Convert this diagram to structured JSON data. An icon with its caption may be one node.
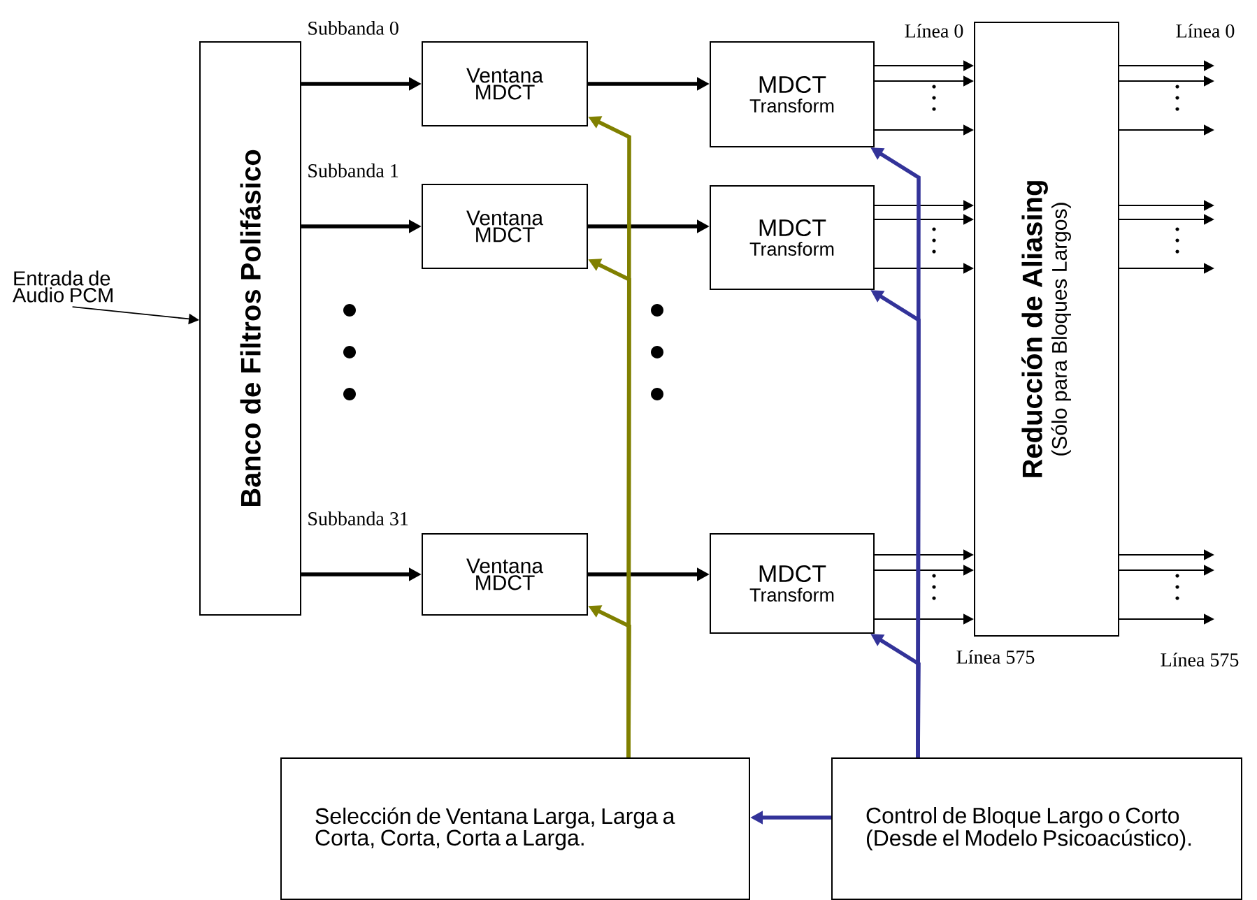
{
  "diagram": {
    "nodes": [
      {
        "text": [
          "Entrada de Audio PCM"
        ]
      },
      {
        "text": [
          "Banco de Filtros Polifásico"
        ]
      },
      {
        "text": [
          "Ventana MDCT"
        ]
      },
      {
        "text": [
          "Ventana MDCT"
        ]
      },
      {
        "text": [
          "Ventana MDCT"
        ]
      },
      {
        "text": [
          "MDCT",
          "Transform"
        ]
      },
      {
        "text": [
          "MDCT",
          "Transform"
        ]
      },
      {
        "text": [
          "MDCT",
          "Transform"
        ]
      },
      {
        "text": [
          "Reducción de Aliasing",
          "(Sólo para  Bloques Largos)"
        ]
      },
      {
        "text": [
          "Selección de Ventana Larga, Larga a Corta, Corta, Corta a Larga."
        ]
      },
      {
        "text": [
          "Control de Bloque Largo o Corto (Desde el Modelo Psicoacústico)."
        ]
      }
    ],
    "edges": [
      {
        "from": 0,
        "to": 1,
        "arrow": "to"
      },
      {
        "from": 1,
        "to": 2,
        "arrow": "to",
        "label": "Subbanda 0",
        "style": "thick"
      },
      {
        "from": 1,
        "to": 3,
        "arrow": "to",
        "label": "Subbanda 1",
        "style": "thick"
      },
      {
        "from": 1,
        "to": 4,
        "arrow": "to",
        "label": "Subbanda 31",
        "style": "thick"
      },
      {
        "from": 2,
        "to": 5,
        "arrow": "to",
        "style": "thick"
      },
      {
        "from": 3,
        "to": 6,
        "arrow": "to",
        "style": "thick"
      },
      {
        "from": 4,
        "to": 7,
        "arrow": "to",
        "style": "thick"
      },
      {
        "from": 5,
        "to": 8,
        "arrow": "to"
      },
      {
        "from": 5,
        "to": 8,
        "arrow": "to"
      },
      {
        "from": 5,
        "to": 8,
        "arrow": "to"
      },
      {
        "from": 6,
        "to": 8,
        "arrow": "to"
      },
      {
        "from": 6,
        "to": 8,
        "arrow": "to"
      },
      {
        "from": 6,
        "to": 8,
        "arrow": "to"
      },
      {
        "from": 7,
        "to": 8,
        "arrow": "to"
      },
      {
        "from": 7,
        "to": 8,
        "arrow": "to"
      },
      {
        "from": 7,
        "to": 8,
        "arrow": "to"
      },
      {
        "from": 8,
        "to": null,
        "arrow": "to"
      },
      {
        "from": 8,
        "to": null,
        "arrow": "to"
      },
      {
        "from": 8,
        "to": null,
        "arrow": "to"
      },
      {
        "from": 8,
        "to": null,
        "arrow": "to"
      },
      {
        "from": 8,
        "to": null,
        "arrow": "to"
      },
      {
        "from": 8,
        "to": null,
        "arrow": "to"
      },
      {
        "from": 8,
        "to": null,
        "arrow": "to"
      },
      {
        "from": 8,
        "to": null,
        "arrow": "to"
      },
      {
        "from": 8,
        "to": null,
        "arrow": "to"
      },
      {
        "from": 9,
        "to": 2,
        "arrow": "to",
        "style": "thick",
        "color": "#808000"
      },
      {
        "from": 9,
        "to": 3,
        "arrow": "to",
        "style": "thick",
        "color": "#808000"
      },
      {
        "from": 9,
        "to": 4,
        "arrow": "to",
        "style": "thick",
        "color": "#808000"
      },
      {
        "from": 10,
        "to": 5,
        "arrow": "to",
        "style": "thick",
        "color": "#333399"
      },
      {
        "from": 10,
        "to": 6,
        "arrow": "to",
        "style": "thick",
        "color": "#333399"
      },
      {
        "from": 10,
        "to": 7,
        "arrow": "to",
        "style": "thick",
        "color": "#333399"
      },
      {
        "from": 10,
        "to": 9,
        "arrow": "to",
        "style": "thick",
        "color": "#333399"
      }
    ],
    "labels": [
      "Línea 0",
      "Línea 0",
      "Línea 575",
      "Línea 575"
    ]
  }
}
